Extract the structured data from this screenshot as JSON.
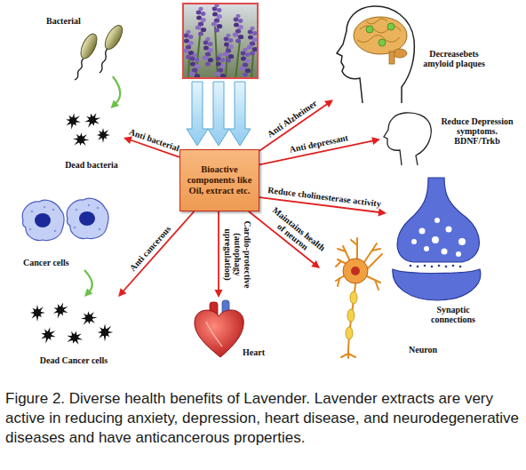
{
  "diagram": {
    "caption": "Figure 2. Diverse health benefits of Lavender. Lavender extracts are very active in reducing anxiety, depression, heart disease, and neurodegenerative diseases and have anticancerous properties.",
    "nodes": [
      {
        "text": [
          "Bioactive components like Oil, extract etc."
        ]
      },
      {
        "text": [
          "Bacterial"
        ]
      },
      {
        "text": [
          "Dead bacteria"
        ]
      },
      {
        "text": [
          "Cancer cells"
        ]
      },
      {
        "text": [
          "Dead Cancer cells"
        ]
      },
      {
        "text": [
          "Heart"
        ]
      },
      {
        "text": [
          "Decreasebets amyloid plaques"
        ]
      },
      {
        "text": [
          "Reduce Depression symptoms. BDNF/Trkb"
        ]
      },
      {
        "text": [
          "Synaptic connections"
        ]
      },
      {
        "text": [
          "Neuron"
        ]
      }
    ],
    "edges": [
      {
        "from": 1,
        "to": 2,
        "arrow": "to"
      },
      {
        "from": 0,
        "to": 2,
        "label": "Anti bacterial",
        "arrow": "to"
      },
      {
        "from": 3,
        "to": 4,
        "arrow": "to"
      },
      {
        "from": 0,
        "to": 4,
        "label": "Anti cancerous",
        "arrow": "to"
      },
      {
        "from": 0,
        "to": 5,
        "label": "Cardio-protective (autophagy upregulation)",
        "arrow": "to"
      },
      {
        "from": 0,
        "to": 6,
        "label": "Anti Alzheimer",
        "arrow": "to"
      },
      {
        "from": 0,
        "to": 7,
        "label": "Anti depressant",
        "arrow": "to"
      },
      {
        "from": 0,
        "to": 8,
        "label": "Reduce cholinesterase activity",
        "arrow": "to"
      },
      {
        "from": 0,
        "to": 9,
        "label": "Maintains health of neuron",
        "arrow": "to"
      }
    ]
  }
}
